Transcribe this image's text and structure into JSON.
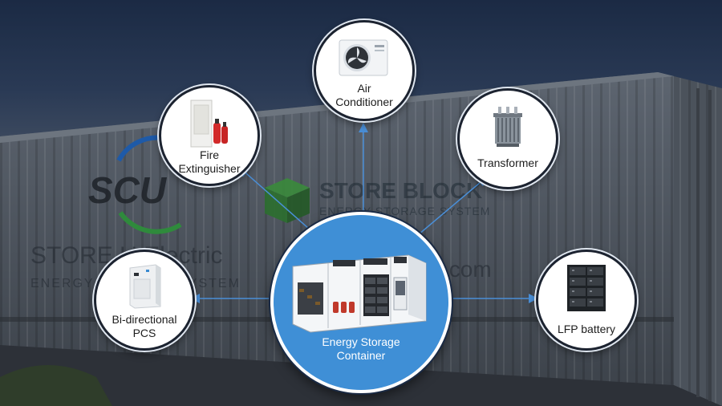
{
  "background": {
    "logo_text": "SCU",
    "brand_name": "STORE BLOCK",
    "brand_tagline": "ENERGY STORAGE SYSTEM",
    "company_text": "STORE U Electric",
    "company_tagline": "ENERGY STORAGE SYSTEM",
    "domain_fragment": ".com"
  },
  "diagram": {
    "center": {
      "label_line1": "Energy Storage",
      "label_line2": "Container"
    },
    "nodes": {
      "air_conditioner": {
        "label_line1": "Air",
        "label_line2": "Conditioner"
      },
      "fire_extinguisher": {
        "label_line1": "Fire",
        "label_line2": "Extinguisher"
      },
      "transformer": {
        "label_line1": "Transformer"
      },
      "pcs": {
        "label_line1": "Bi-directional",
        "label_line2": "PCS"
      },
      "lfp_battery": {
        "label_line1": "LFP battery"
      }
    },
    "colors": {
      "connector": "#4a8fd8",
      "center_fill": "#3f8fd6",
      "brand_green": "#2f7a3a"
    }
  }
}
